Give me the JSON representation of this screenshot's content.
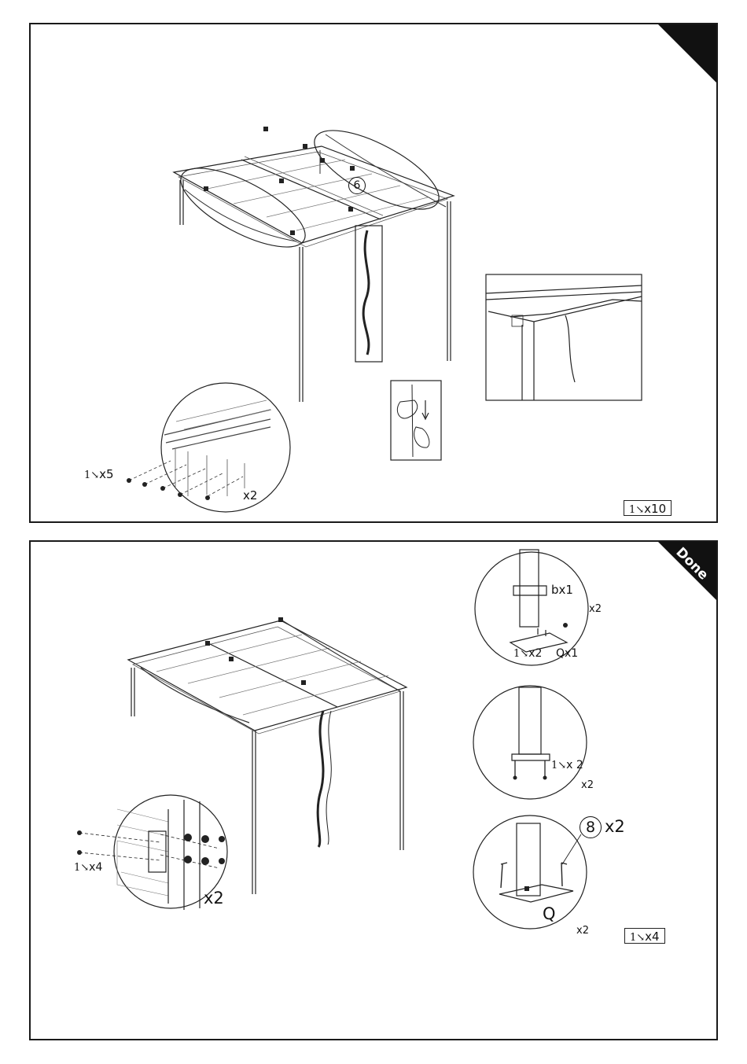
{
  "step_top": {
    "step_number": "6",
    "screw_count_label": "x5",
    "bracket_count_label": "x2",
    "total_box_label": "x10"
  },
  "step_bottom": {
    "badge_label": "Done",
    "detail_1": {
      "part_b_label": "bx1",
      "multiplier": "x2",
      "screw_label": "x2",
      "part_q_label": "Qx1"
    },
    "detail_2": {
      "screw_label": "x 2",
      "multiplier": "x2"
    },
    "detail_3": {
      "part_number": "8",
      "part_count": "x2",
      "plate_label": "Q",
      "multiplier": "x2"
    },
    "bolt_label": "x4",
    "bracket_multiplier": "x2",
    "total_box_label": "x4"
  },
  "icons": {
    "screw": "screw-icon"
  }
}
